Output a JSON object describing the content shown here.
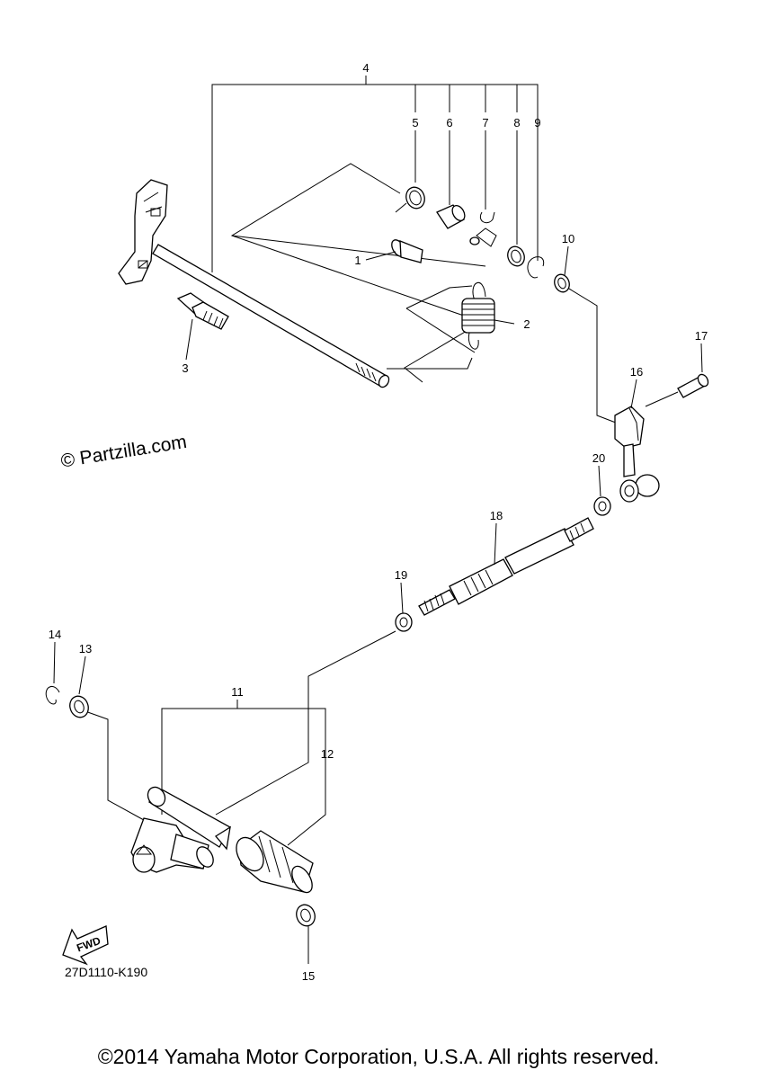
{
  "diagram": {
    "watermark": "© Partzilla.com",
    "drawing_code": "27D1110-K190",
    "copyright": "©2014 Yamaha Motor Corporation, U.S.A. All rights reserved.",
    "fwd_label": "FWD",
    "callouts": {
      "c1": "1",
      "c2": "2",
      "c3": "3",
      "c4": "4",
      "c5": "5",
      "c6": "6",
      "c7": "7",
      "c8": "8",
      "c9": "9",
      "c10": "10",
      "c11": "11",
      "c12": "12",
      "c13": "13",
      "c14": "14",
      "c15": "15",
      "c16": "16",
      "c17": "17",
      "c18": "18",
      "c19": "19",
      "c20": "20"
    }
  }
}
